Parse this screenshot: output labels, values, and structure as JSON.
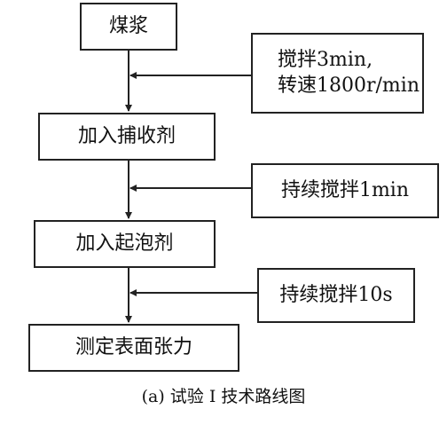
{
  "main_steps": [
    "煤浆",
    "加入捕收剂",
    "加入起泡剂",
    "测定表面张力"
  ],
  "side_steps": {
    "stir_line1": "搅拌3min,",
    "stir_line2": "转速1800r/min",
    "continue_1min": "持续搅拌1min",
    "continue_10s": "持续搅拌10s"
  },
  "caption": "(a) 试验 Ⅰ 技术路线图"
}
